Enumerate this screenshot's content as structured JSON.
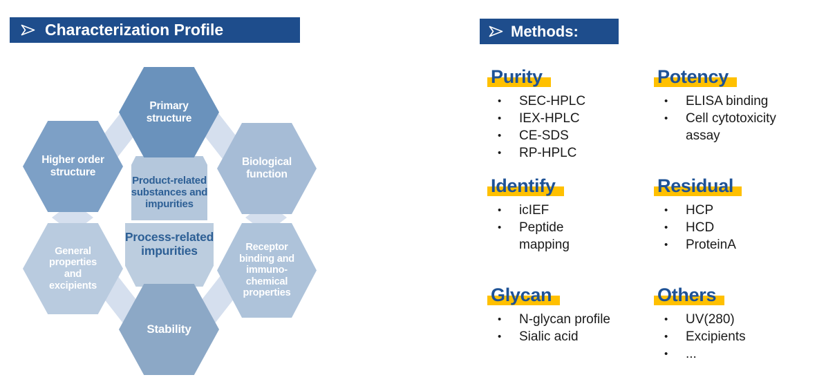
{
  "palette": {
    "title_bar_bg": "#1e4d8c",
    "title_bar_text": "#ffffff",
    "section_heading_color": "#1e5296",
    "highlight_yellow": "#ffc000",
    "body_text": "#1a1a1a",
    "hex_primary": "#6a92bc",
    "hex_higher_order": "#7da0c6",
    "hex_biological": "#a6bcd6",
    "hex_general": "#b9cbdf",
    "hex_receptor": "#aec3da",
    "hex_stability": "#8ca8c6",
    "hex_center_top": "#b4c7dc",
    "hex_center_bottom": "#bccddf",
    "hex_connector": "#d5dfee",
    "hex_center_text": "#2d5f95"
  },
  "left_panel": {
    "title": "Characterization Profile",
    "diagram": {
      "primary": "Primary\nstructure",
      "higher_order": "Higher order\nstructure",
      "biological": "Biological\nfunction",
      "general": "General\nproperties\nand\nexcipients",
      "receptor": "Receptor\nbinding and\nimmuno-\nchemical\nproperties",
      "stability": "Stability",
      "center_top": "Product-related\nsubstances and\nimpurities",
      "center_bottom": "Process-related\nimpurities"
    }
  },
  "right_panel": {
    "title": "Methods:",
    "item_bullet": "•",
    "sections": [
      {
        "heading": "Purity",
        "items": [
          "SEC-HPLC",
          "IEX-HPLC",
          "CE-SDS",
          "RP-HPLC"
        ]
      },
      {
        "heading": "Potency",
        "items": [
          "ELISA binding",
          "Cell cytotoxicity\nassay"
        ]
      },
      {
        "heading": "Identify",
        "items": [
          "icIEF",
          "Peptide\nmapping"
        ]
      },
      {
        "heading": "Residual",
        "items": [
          "HCP",
          "HCD",
          "ProteinA"
        ]
      },
      {
        "heading": "Glycan",
        "items": [
          "N-glycan profile",
          "Sialic acid"
        ]
      },
      {
        "heading": "Others",
        "items": [
          "UV(280)",
          "Excipients",
          "..."
        ]
      }
    ]
  }
}
